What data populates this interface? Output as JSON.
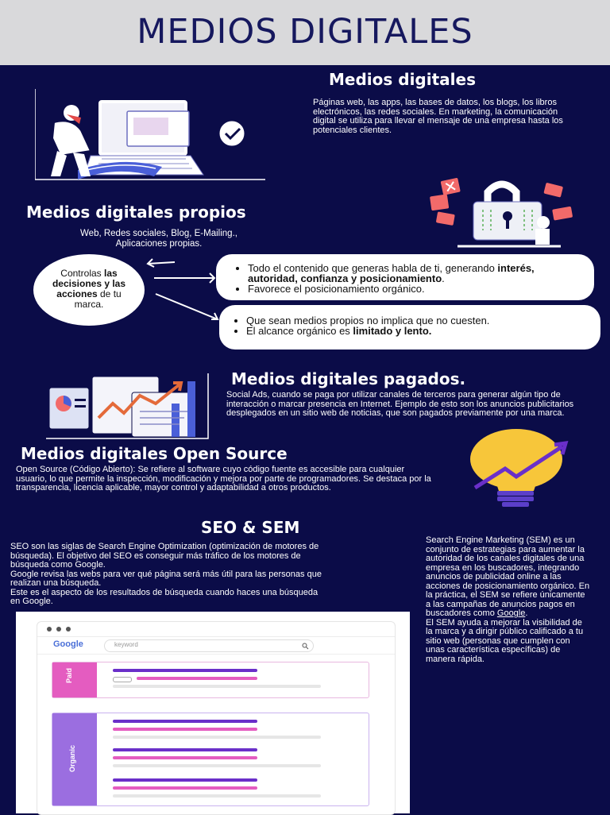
{
  "header": {
    "title": "MEDIOS DIGITALES"
  },
  "section1": {
    "title": "Medios digitales",
    "body": "Páginas web, las apps, las bases de datos, los blogs, los libros electrónicos, las redes sociales. En marketing, la comunicación digital se utiliza para llevar el mensaje de una empresa hasta los potenciales clientes."
  },
  "section2": {
    "title": "Medios digitales propios",
    "subtitle": "Web, Redes sociales, Blog, E-Mailing., Aplicaciones propias.",
    "oval": {
      "t1": "Controlas ",
      "t2": "las decisiones y las acciones",
      "t3": " de tu marca."
    },
    "pill1": {
      "b1": "Todo el contenido que generas habla de ti, generando ",
      "b1_bold": "interés, autoridad, confianza y posicionamiento",
      "b1_end": ".",
      "b2": "Favorece el posicionamiento orgánico."
    },
    "pill2": {
      "b1": "Que sean medios propios no implica que no cuesten.",
      "b2": "El alcance orgánico es ",
      "b2_bold": "limitado y lento."
    }
  },
  "section3": {
    "title": "Medios digitales pagados.",
    "body": "Social Ads, cuando se paga por utilizar canales de terceros para generar algún tipo de interacción o marcar presencia en Internet. Ejemplo de esto son los anuncios publicitarios desplegados en un sitio web de noticias, que son pagados previamente por una marca."
  },
  "section4": {
    "title": "Medios digitales Open Source",
    "body": "Open Source (Código Abierto): Se refiere al software cuyo código fuente es accesible para cualquier usuario, lo que permite la inspección, modificación y mejora por parte de programadores. Se destaca por la transparencia, licencia aplicable, mayor control y adaptabilidad a otros productos."
  },
  "section5": {
    "title": "SEO & SEM",
    "seo_body": "SEO son las siglas de Search Engine Optimization (optimización de motores de búsqueda). El objetivo del SEO es conseguir más tráfico de los motores de búsqueda como Google.\nGoogle revisa las webs para ver qué página será más útil para las personas que realizan una búsqueda.\nEste es el aspecto de los resultados de búsqueda cuando haces una búsqueda en Google.",
    "sem_body_1": "Search Engine Marketing (SEM) es un conjunto de estrategias para aumentar la autoridad de los canales digitales de una empresa en los buscadores, integrando anuncios de publicidad online a las acciones de posicionamiento orgánico. En la práctica, el SEM se refiere únicamente a las campañas de anuncios pagos en buscadores como ",
    "sem_link": "Google",
    "sem_body_2": ".\nEl SEM ayuda a mejorar la visibilidad de la marca y a dirigir público calificado a tu sitio web (personas que cumplen con unas característica específicas) de manera rápida."
  },
  "browser": {
    "logo": "Google",
    "search_placeholder": "keyword",
    "paid_label": "Paid",
    "organic_label": "Organic"
  },
  "colors": {
    "navy": "#0b0c48",
    "purple": "#6a2fc9",
    "pink": "#e45cc0",
    "yellow": "#f7c63a"
  }
}
